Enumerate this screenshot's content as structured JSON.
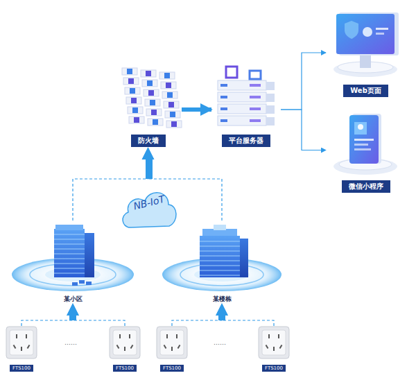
{
  "diagram": {
    "nodes": [
      {
        "text": [
          "防火墙"
        ]
      },
      {
        "text": [
          "平台服务器"
        ]
      },
      {
        "text": [
          "Web页面"
        ]
      },
      {
        "text": [
          "微信小程序"
        ]
      },
      {
        "text": [
          "NB-IoT"
        ]
      },
      {
        "text": [
          "某小区"
        ]
      },
      {
        "text": [
          "某楼栋"
        ]
      },
      {
        "text": [
          "FTS100"
        ]
      },
      {
        "text": [
          "FTS100"
        ]
      },
      {
        "text": [
          "FTS100"
        ]
      },
      {
        "text": [
          "FTS100"
        ]
      }
    ],
    "edges": [
      {
        "from": 0,
        "to": 1,
        "arrow": "to"
      },
      {
        "from": 1,
        "to": 2,
        "arrow": "to"
      },
      {
        "from": 1,
        "to": 3,
        "arrow": "to"
      },
      {
        "from": 5,
        "to": 0,
        "arrow": "to"
      },
      {
        "from": 6,
        "to": 0,
        "arrow": "to"
      },
      {
        "from": 7,
        "to": 5,
        "arrow": "to"
      },
      {
        "from": 8,
        "to": 5,
        "arrow": "to"
      },
      {
        "from": 9,
        "to": 6,
        "arrow": "to"
      },
      {
        "from": 10,
        "to": 6,
        "arrow": "to"
      }
    ],
    "labels": [
      "……",
      "……"
    ]
  }
}
